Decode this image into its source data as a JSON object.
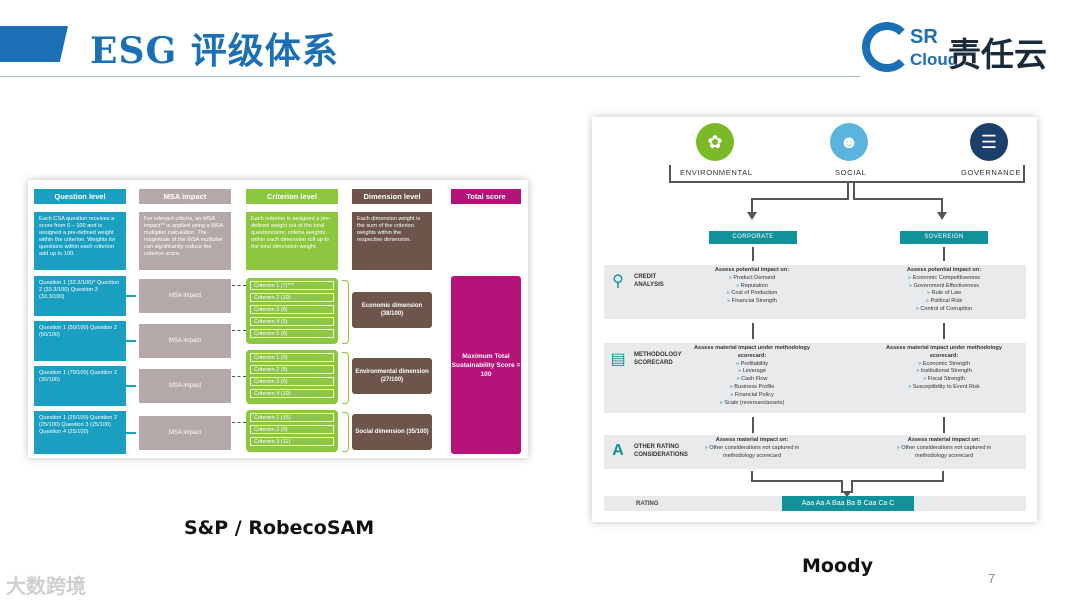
{
  "slide": {
    "title": "ESG 评级体系",
    "logo_sr": "SR",
    "logo_cloud": "Cloud",
    "logo_zh": "责任云",
    "page_number": "7",
    "watermark": "大数跨境"
  },
  "sp": {
    "caption": "S&P / RobecoSAM",
    "headers": [
      "Question level",
      "MSA impact",
      "Criterion level",
      "Dimension level",
      "Total score"
    ],
    "descriptions": {
      "question": "Each CSA question receives a score from 0 – 100 and is assigned a pre-defined weight within the criterion. Weights for questions within each criterion add up to 100.",
      "msa": "For relevant criteria, an MSA impact** is applied using a MSA multiplier calculation. The magnitude of the MSA multiplier can significantly reduce the criterion score.",
      "criterion": "Each criterion is assigned a pre-defined weight out of the total questionnaire; criteria weights within each dimension roll up to the total dimension weight.",
      "dimension": "Each dimension weight is the sum of the criterion weights within the respective dimension."
    },
    "question_groups": [
      "Question 1 (33.3/100)* Question 2 (33.3/100) Question 3 (33.3/100)",
      "Question 1 (50/100) Question 2 (50/100)",
      "Question 1 (70/100) Question 2 (30/100)",
      "Question 1 (25/100) Question 2 (25/100) Question 3 (25/100) Question 4 (25/100)"
    ],
    "msa_label": "MSA impact",
    "criteria_groups": [
      [
        "Criterion 1 (7)***",
        "Criterion 2 (10)",
        "Criterion 3 (8)",
        "Criterion 4 (5)",
        "Criterion 5 (8)"
      ],
      [
        "Criterion 1 (9)",
        "Criterion 2 (8)",
        "Criterion 3 (6)",
        "Criterion 4 (10)"
      ],
      [
        "Criterion 1 (15)",
        "Criterion 2 (9)",
        "Criterion 3 (11)"
      ]
    ],
    "dimensions": [
      "Economic dimension (38/100)",
      "Environmental dimension (27/100)",
      "Social dimension (35/100)"
    ],
    "total": "Maximum Total Sustainability Score = 100"
  },
  "moody": {
    "caption": "Moody",
    "pillars": [
      "ENVIRONMENTAL",
      "SOCIAL",
      "GOVERNANCE"
    ],
    "pillar_colors": [
      "#7ab928",
      "#5bb4dd",
      "#1d3f6b"
    ],
    "branches": [
      "CORPORATE",
      "SOVEREIGN"
    ],
    "sections": [
      {
        "label": "CREDIT ANALYSIS",
        "corporate": {
          "head": "Assess potential impact on:",
          "items": [
            "Product Demand",
            "Reputation",
            "Cost of Production",
            "Financial Strength"
          ]
        },
        "sovereign": {
          "head": "Assess potential impact on:",
          "items": [
            "Economic Competitiveness",
            "Government Effectiveness",
            "Rule of Law",
            "Political Risk",
            "Control of Corruption"
          ]
        }
      },
      {
        "label": "METHODOLOGY SCORECARD",
        "corporate": {
          "head": "Assess material impact under methodology scorecard:",
          "items": [
            "Profitability",
            "Leverage",
            "Cash Flow",
            "Business Profile",
            "Financial Policy",
            "Scale (revenues/assets)"
          ]
        },
        "sovereign": {
          "head": "Assess material impact under methodology scorecard:",
          "items": [
            "Economic Strength",
            "Institutional Strength",
            "Fiscal Strength",
            "Susceptibility to Event Risk"
          ]
        }
      },
      {
        "label": "OTHER RATING CONSIDERATIONS",
        "corporate": {
          "head": "Assess material impact on:",
          "items": [
            "Other considerations not captured in methodology scorecard"
          ]
        },
        "sovereign": {
          "head": "Assess material impact on:",
          "items": [
            "Other considerations not captured in methodology scorecard"
          ]
        }
      }
    ],
    "rating_label": "RATING",
    "rating_scale": "Aaa  Aa  A  Baa  Ba  B  Caa  Ca  C"
  }
}
